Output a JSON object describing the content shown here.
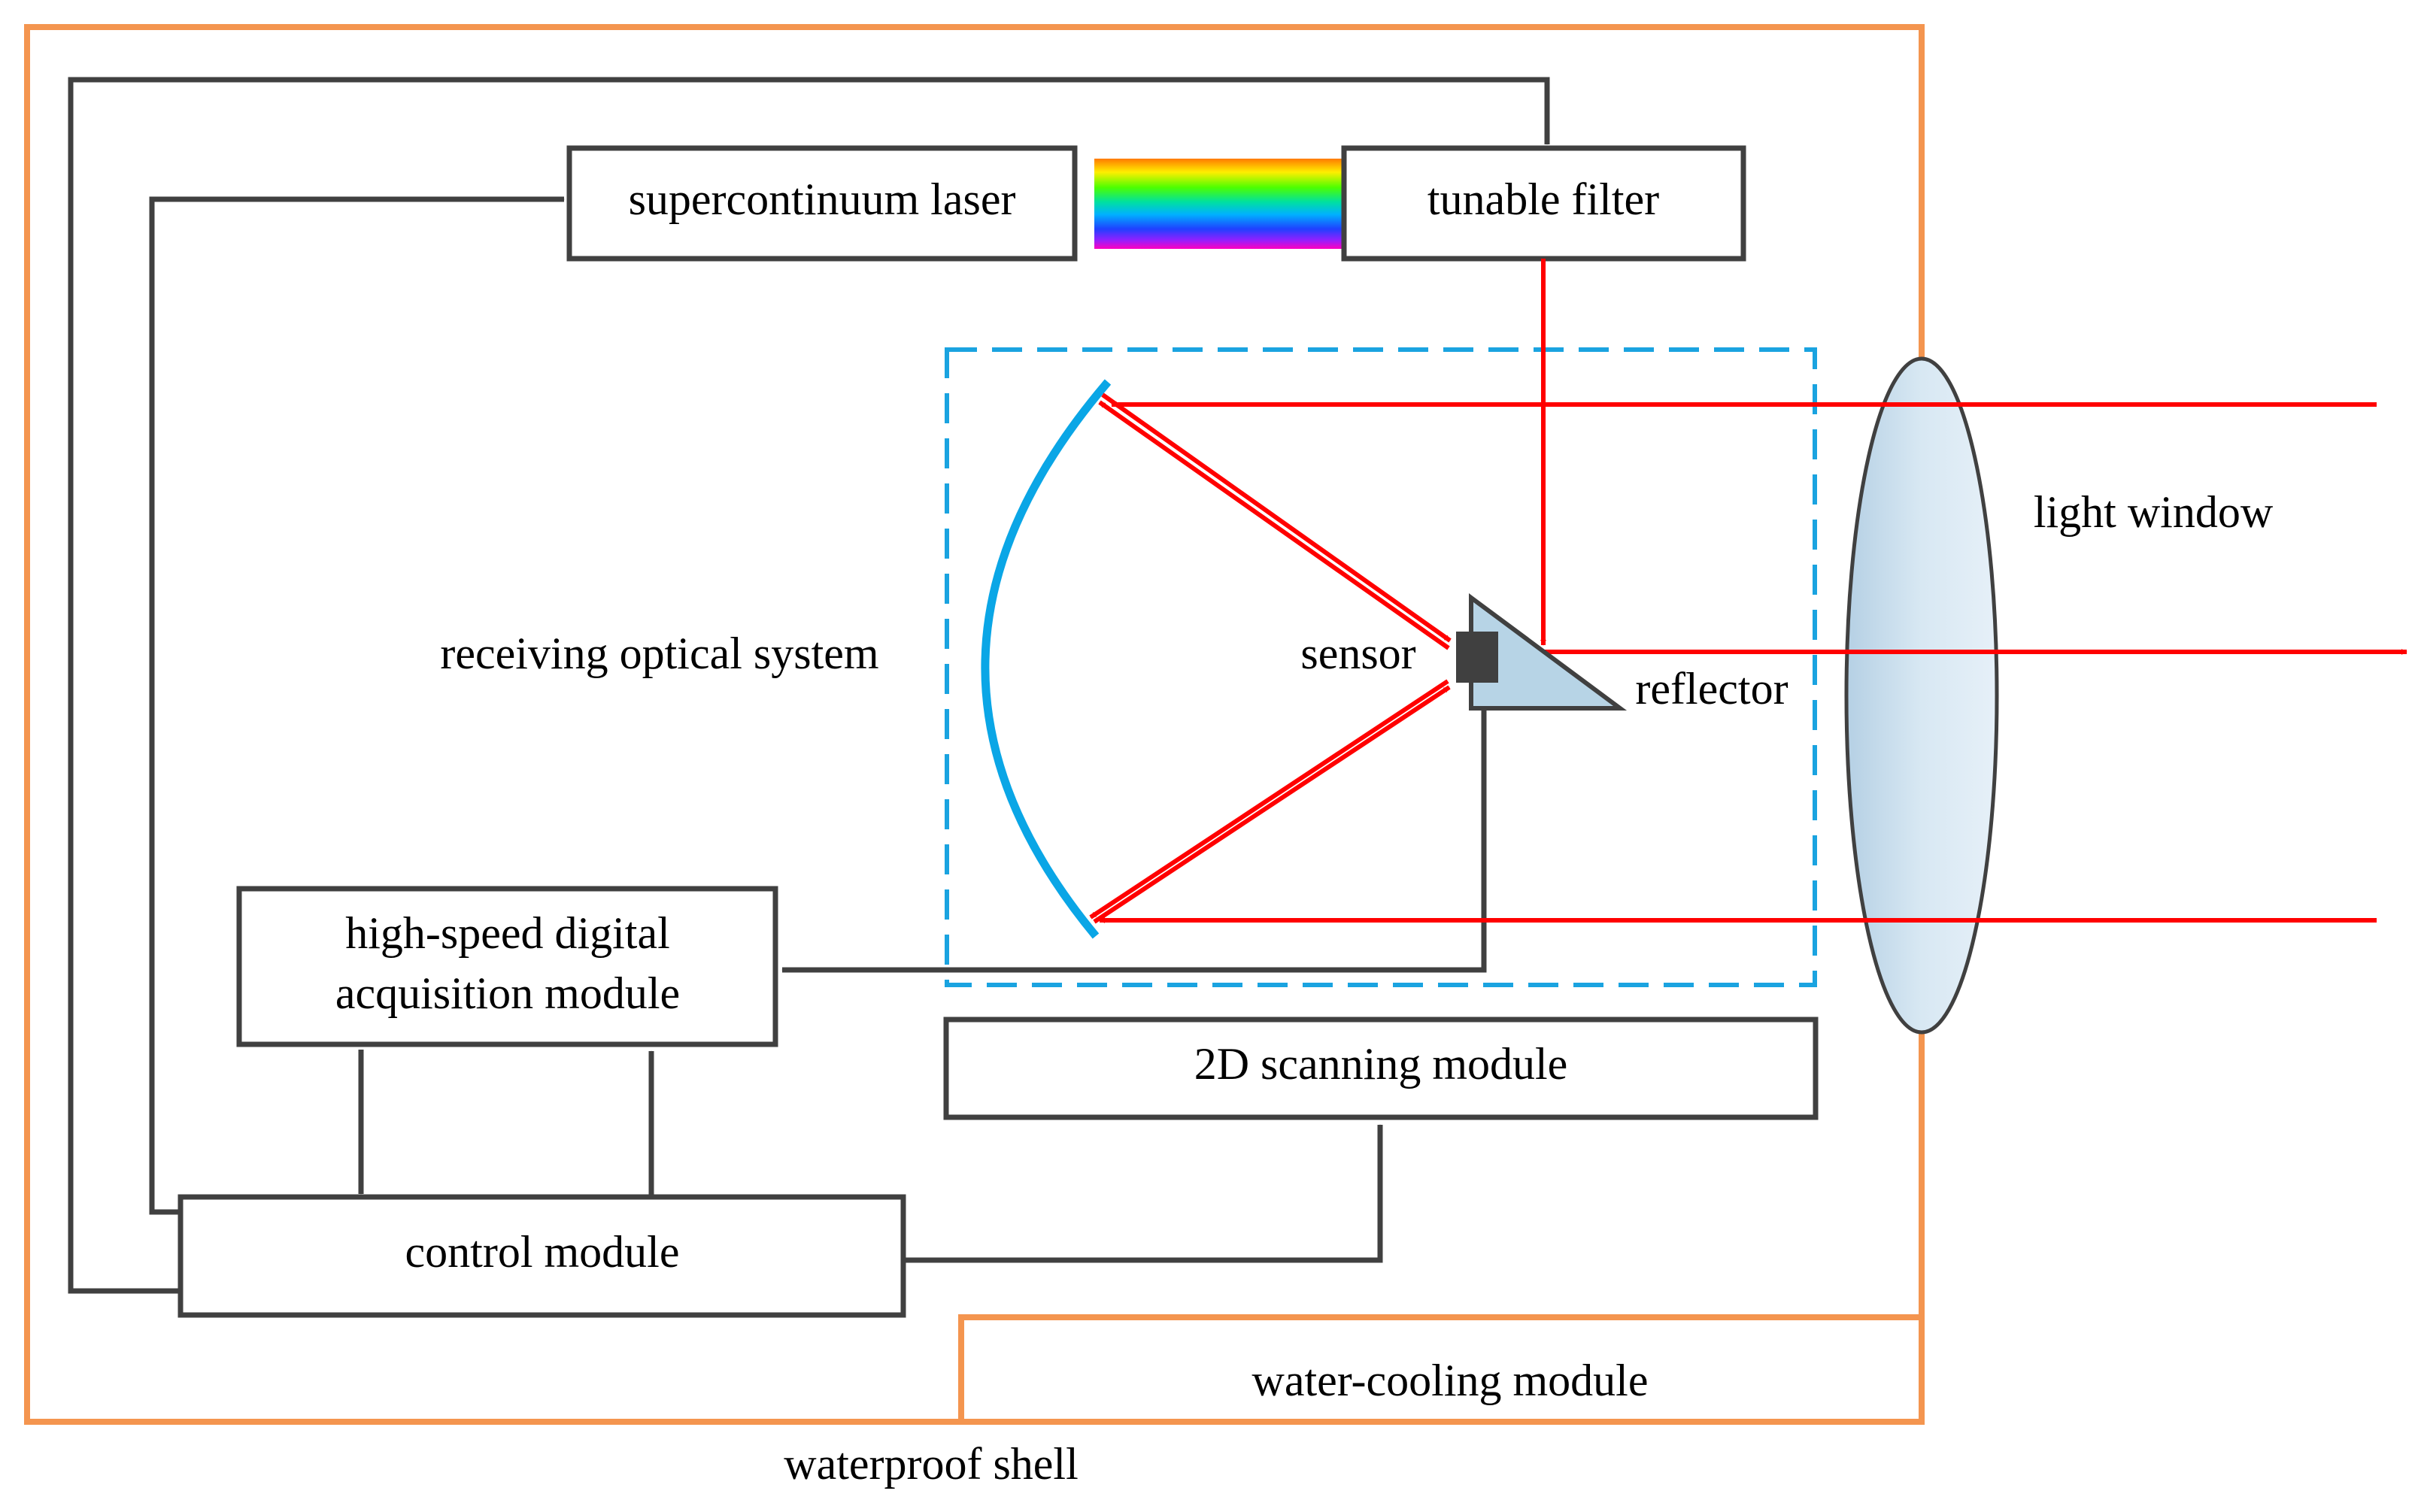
{
  "blocks": {
    "laser": "supercontinuum laser",
    "filter": "tunable filter",
    "daq_line1": "high-speed digital",
    "daq_line2": "acquisition module",
    "control": "control module",
    "scanning": "2D scanning module",
    "cooling": "water-cooling module"
  },
  "labels": {
    "receiving_optics": "receiving optical system",
    "sensor": "sensor",
    "reflector": "reflector",
    "light_window": "light window",
    "shell": "waterproof shell"
  },
  "colors": {
    "shell": "#f4954f",
    "box_stroke": "#404040",
    "connector": "#404040",
    "beam": "#ff0000",
    "optics_boundary": "#1aa3e0",
    "mirror": "#0aa6e6",
    "reflector_fill": "#b7d4e6",
    "window_fill": "#cfe2ef",
    "sensor_fill": "#404040"
  }
}
